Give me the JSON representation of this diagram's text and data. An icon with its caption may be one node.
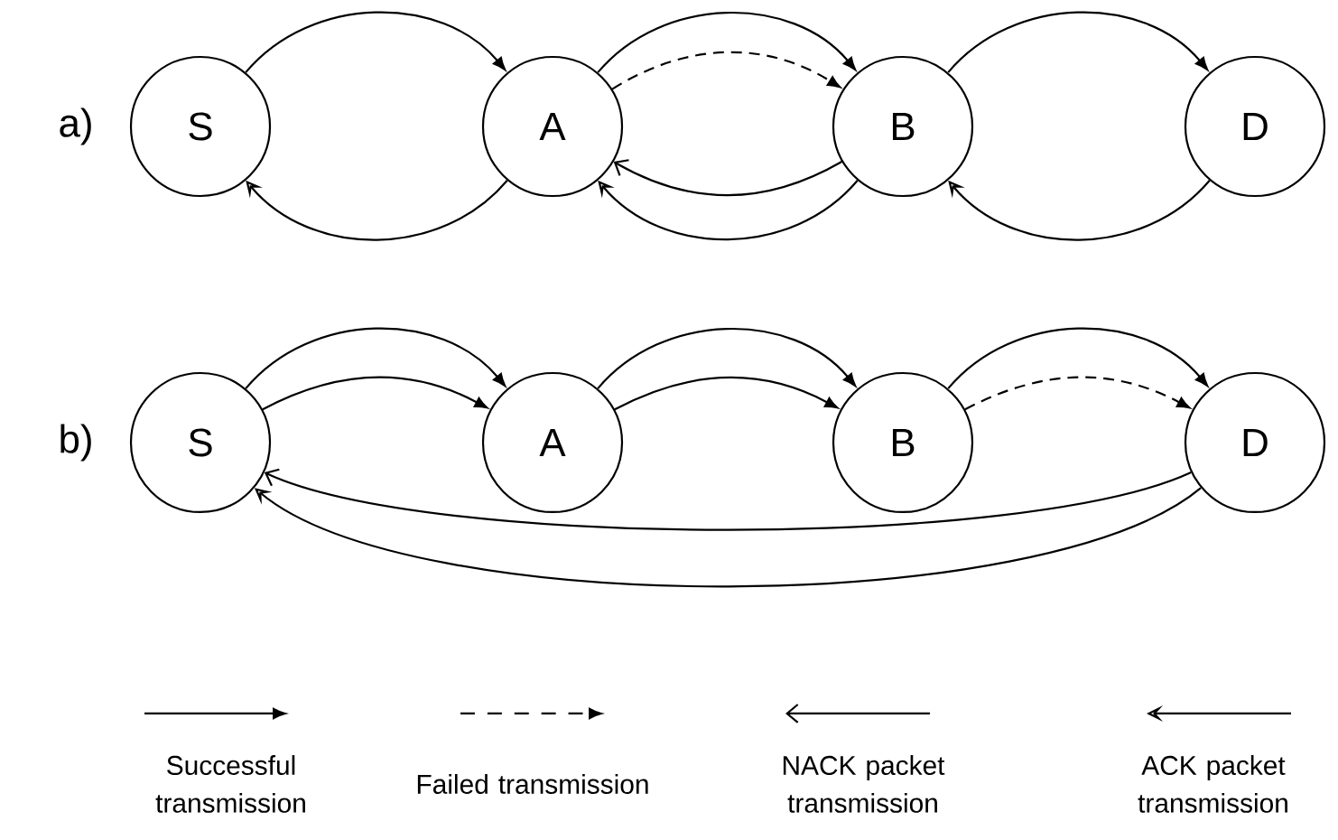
{
  "diagram": {
    "nodes": [
      {
        "text": [
          "S"
        ]
      },
      {
        "text": [
          "A"
        ]
      },
      {
        "text": [
          "B"
        ]
      },
      {
        "text": [
          "D"
        ]
      },
      {
        "text": [
          "S"
        ]
      },
      {
        "text": [
          "A"
        ]
      },
      {
        "text": [
          "B"
        ]
      },
      {
        "text": [
          "D"
        ]
      }
    ],
    "edges": [
      {
        "from": 0,
        "to": 1,
        "arrow": "to"
      },
      {
        "from": 1,
        "to": 2,
        "arrow": "to"
      },
      {
        "from": 1,
        "to": 2,
        "arrow": "to",
        "style": "dashed"
      },
      {
        "from": 2,
        "to": 3,
        "arrow": "to"
      },
      {
        "from": 1,
        "to": 0,
        "arrow": "to"
      },
      {
        "from": 2,
        "to": 1,
        "arrow": "to"
      },
      {
        "from": 2,
        "to": 1,
        "arrow": "to"
      },
      {
        "from": 3,
        "to": 2,
        "arrow": "to"
      },
      {
        "from": 4,
        "to": 5,
        "arrow": "to"
      },
      {
        "from": 4,
        "to": 5,
        "arrow": "to"
      },
      {
        "from": 5,
        "to": 6,
        "arrow": "to"
      },
      {
        "from": 5,
        "to": 6,
        "arrow": "to"
      },
      {
        "from": 6,
        "to": 7,
        "arrow": "to"
      },
      {
        "from": 6,
        "to": 7,
        "arrow": "to",
        "style": "dashed"
      },
      {
        "from": 7,
        "to": 4,
        "arrow": "to"
      },
      {
        "from": 7,
        "to": 4,
        "arrow": "to"
      }
    ],
    "labels": [
      "a)",
      "b)"
    ],
    "legend": [
      {
        "text": "Successful transmission"
      },
      {
        "text": "Failed transmission"
      },
      {
        "text": "NACK packet transmission"
      },
      {
        "text": "ACK packet transmission"
      }
    ]
  }
}
